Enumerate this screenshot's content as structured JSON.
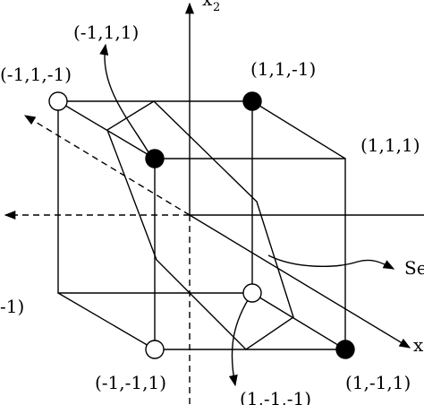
{
  "figure": {
    "axis_labels": {
      "x2": "x",
      "x2_sub": "2",
      "x1": "x"
    },
    "vertex_labels": {
      "top_front_left": "(-1,1,1)",
      "top_back_left": "(-1,1,-1)",
      "top_back_right": "(1,1,-1)",
      "top_front_right": "(1,1,1)",
      "bottom_back_left": "-1)",
      "bottom_front_left": "(-1,-1,1)",
      "bottom_back_right": "(1,-1,-1)",
      "bottom_front_right": "(1,-1,1)"
    },
    "plane_label": "Se",
    "colors": {
      "stroke": "#000000",
      "filled_vertex": "#000000",
      "open_vertex": "#ffffff"
    }
  }
}
